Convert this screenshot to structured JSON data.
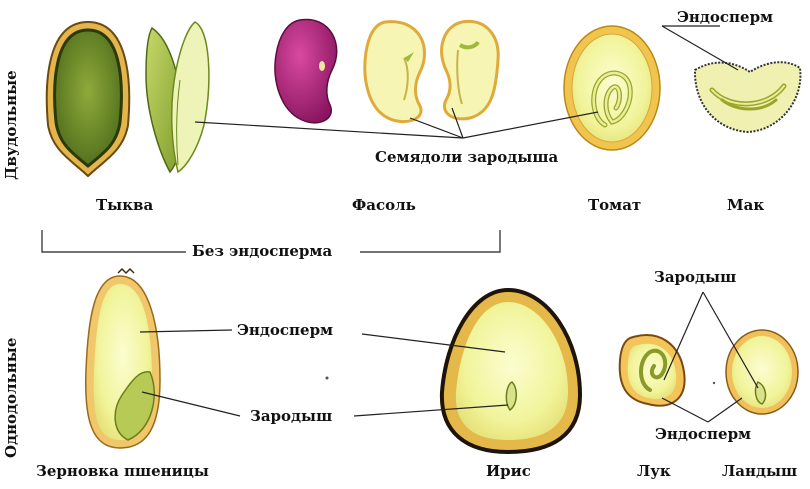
{
  "group_labels": {
    "dicots": "Двудольные",
    "monocots": "Однодольные"
  },
  "labels": {
    "endosperm_top": "Эндосперм",
    "cotyledons": "Семядоли зародыша",
    "no_endosperm": "Без эндосперма",
    "embryo_right": "Зародыш",
    "endosperm_mid": "Эндосперм",
    "embryo_mid": "Зародыш",
    "endosperm_bottom": "Эндосперм"
  },
  "seeds": {
    "pumpkin": "Тыква",
    "bean": "Фасоль",
    "tomato": "Томат",
    "poppy": "Мак",
    "wheat": "Зерновка пшеницы",
    "iris": "Ирис",
    "onion": "Лук",
    "lily": "Ландыш"
  },
  "colors": {
    "seed_coat": "#e8b24a",
    "endosperm": "#f4f7a8",
    "embryo": "#c9d86a",
    "pumpkin_green": "#6f8f2a",
    "bean_purple": "#b3217a",
    "dark_outline": "#2a1a10",
    "line": "#222222"
  }
}
